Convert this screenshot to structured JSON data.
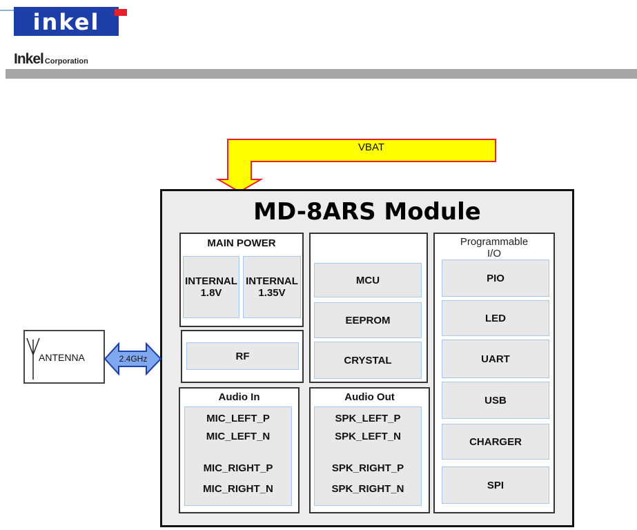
{
  "header": {
    "logo_text": "inkel",
    "corp_brand": "Inkel",
    "corp_word": "Corporation"
  },
  "diagram": {
    "power_input": "VBAT",
    "module_title": "MD-8ARS Module",
    "main_power": {
      "title": "MAIN POWER",
      "internal_a": [
        "INTERNAL",
        "1.8V"
      ],
      "internal_b": [
        "INTERNAL",
        "1.35V"
      ]
    },
    "rf": "RF",
    "core": [
      "MCU",
      "EEPROM",
      "CRYSTAL"
    ],
    "programmable_io": {
      "title": [
        "Programmable",
        "I/O"
      ],
      "items": [
        "PIO",
        "LED",
        "UART",
        "USB",
        "CHARGER",
        "SPI"
      ]
    },
    "audio_in": {
      "title": "Audio In",
      "signals": [
        "MIC_LEFT_P",
        "MIC_LEFT_N",
        "MIC_RIGHT_P",
        "MIC_RIGHT_N"
      ]
    },
    "audio_out": {
      "title": "Audio Out",
      "signals": [
        "SPK_LEFT_P",
        "SPK_LEFT_N",
        "SPK_RIGHT_P",
        "SPK_RIGHT_N"
      ]
    },
    "antenna": "ANTENNA",
    "link_label": "2.4GHz",
    "colors": {
      "vbat_arrow": "#ffff00",
      "vbat_border": "#e8202a",
      "link_arrow": "#7fa8f0",
      "module_fill": "#ececec",
      "sub_border": "#a8c8ea"
    }
  }
}
